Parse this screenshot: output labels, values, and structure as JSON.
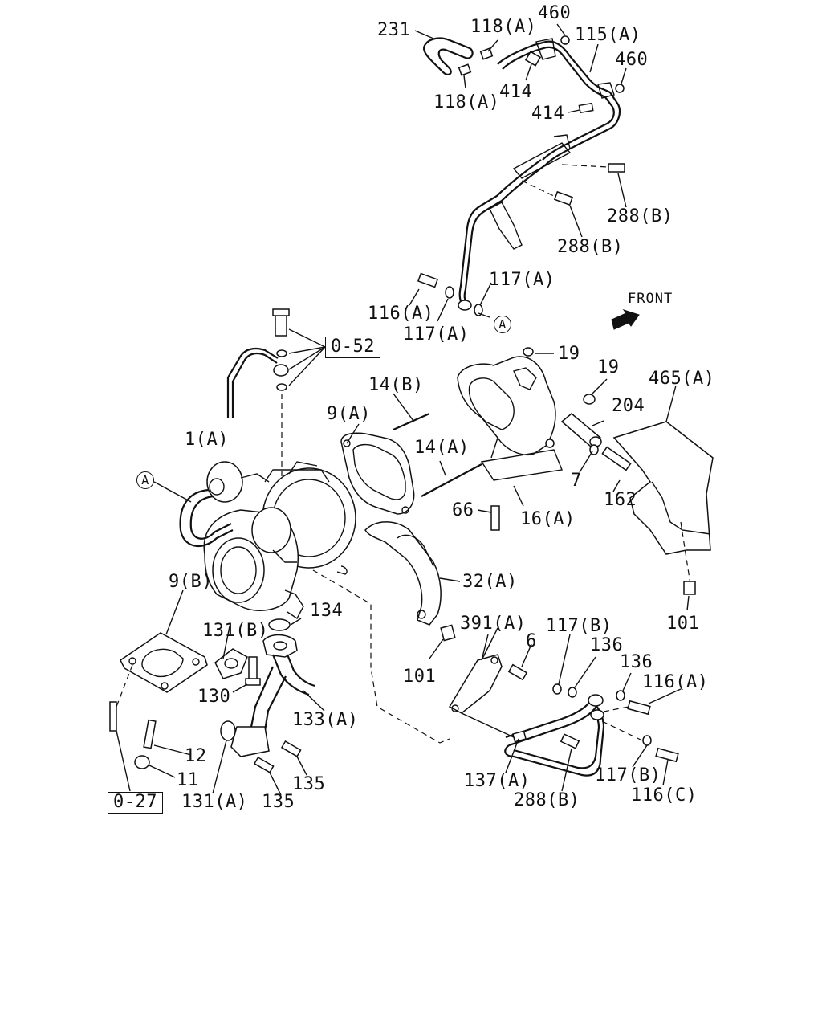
{
  "labels": {
    "l231": "231",
    "l118a_top": "118(A)",
    "l460_top": "460",
    "l115a": "115(A)",
    "l460_right": "460",
    "l118a_bottom": "118(A)",
    "l414_a": "414",
    "l414_b": "414",
    "l288b_top": "288(B)",
    "l288b_mid": "288(B)",
    "l117a_top": "117(A)",
    "l116a_top": "116(A)",
    "l117a_mid": "117(A)",
    "ref_a_top": "A",
    "front": "FRONT",
    "l052": "0-52",
    "l19_a": "19",
    "l19_b": "19",
    "l465a": "465(A)",
    "l14b": "14(B)",
    "l204": "204",
    "l9a": "9(A)",
    "l14a": "14(A)",
    "l1a": "1(A)",
    "l7": "7",
    "l162": "162",
    "ref_a_left": "A",
    "l66": "66",
    "l16a": "16(A)",
    "l9b": "9(B)",
    "l32a": "32(A)",
    "l134": "134",
    "l131b": "131(B)",
    "l391a": "391(A)",
    "l117b_top": "117(B)",
    "l6": "6",
    "l136_a": "136",
    "l136_b": "136",
    "l101_right": "101",
    "l101_mid": "101",
    "l116a_right": "116(A)",
    "l130": "130",
    "l133a": "133(A)",
    "l12": "12",
    "l11": "11",
    "l027": "0-27",
    "l131a": "131(A)",
    "l135_a": "135",
    "l135_b": "135",
    "l137a": "137(A)",
    "l288b_bottom": "288(B)",
    "l117b_bottom": "117(B)",
    "l116c": "116(C)"
  }
}
